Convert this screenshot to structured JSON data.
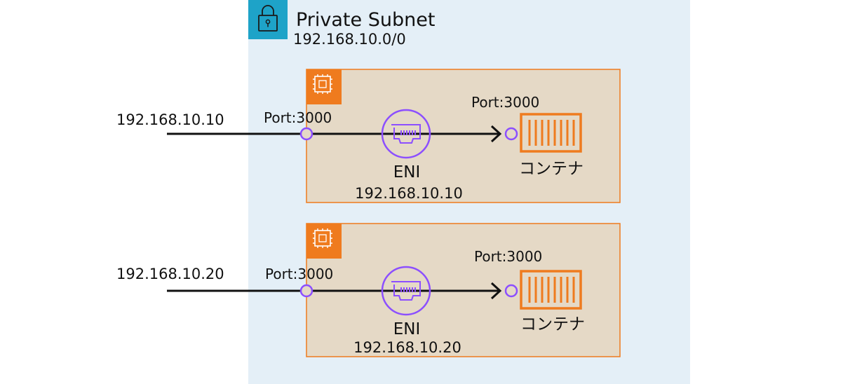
{
  "colors": {
    "subnet_fill": "#e4eff7",
    "subnet_icon_bg": "#1ea3c8",
    "instance_fill": "#e5d9c6",
    "instance_border": "#ef7b1e",
    "eni_purple": "#8c4fff",
    "container_orange": "#ef7b1e",
    "line": "#111111"
  },
  "subnet": {
    "title": "Private Subnet",
    "cidr": "192.168.10.0/0",
    "icon": "lock-icon"
  },
  "instances": [
    {
      "icon": "ec2-instance-icon",
      "source_ip": "192.168.10.10",
      "eni_port": "Port:3000",
      "eni_label": "ENI",
      "eni_ip": "192.168.10.10",
      "container_port": "Port:3000",
      "container_label": "コンテナ"
    },
    {
      "icon": "ec2-instance-icon",
      "source_ip": "192.168.10.20",
      "eni_port": "Port:3000",
      "eni_label": "ENI",
      "eni_ip": "192.168.10.20",
      "container_port": "Port:3000",
      "container_label": "コンテナ"
    }
  ]
}
